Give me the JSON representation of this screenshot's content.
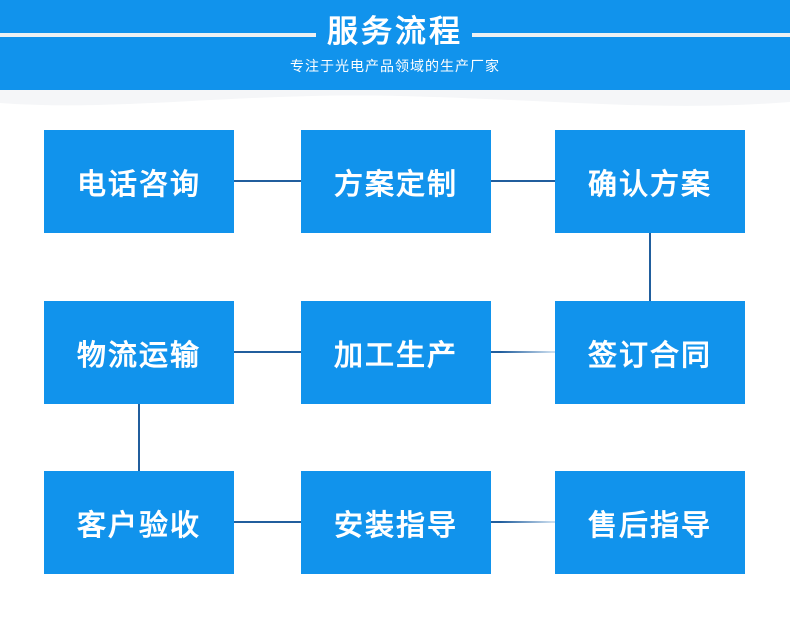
{
  "header": {
    "title": "服务流程",
    "subtitle": "专注于光电产品领域的生产厂家"
  },
  "flow": {
    "steps": [
      {
        "label": "电话咨询"
      },
      {
        "label": "方案定制"
      },
      {
        "label": "确认方案"
      },
      {
        "label": "物流运输"
      },
      {
        "label": "加工生产"
      },
      {
        "label": "签订合同"
      },
      {
        "label": "客户验收"
      },
      {
        "label": "安装指导"
      },
      {
        "label": "售后指导"
      }
    ]
  },
  "colors": {
    "primary": "#1193ec",
    "connector": "#215e9d",
    "text_on_primary": "#ffffff",
    "header_rule": "#edf1f3"
  }
}
